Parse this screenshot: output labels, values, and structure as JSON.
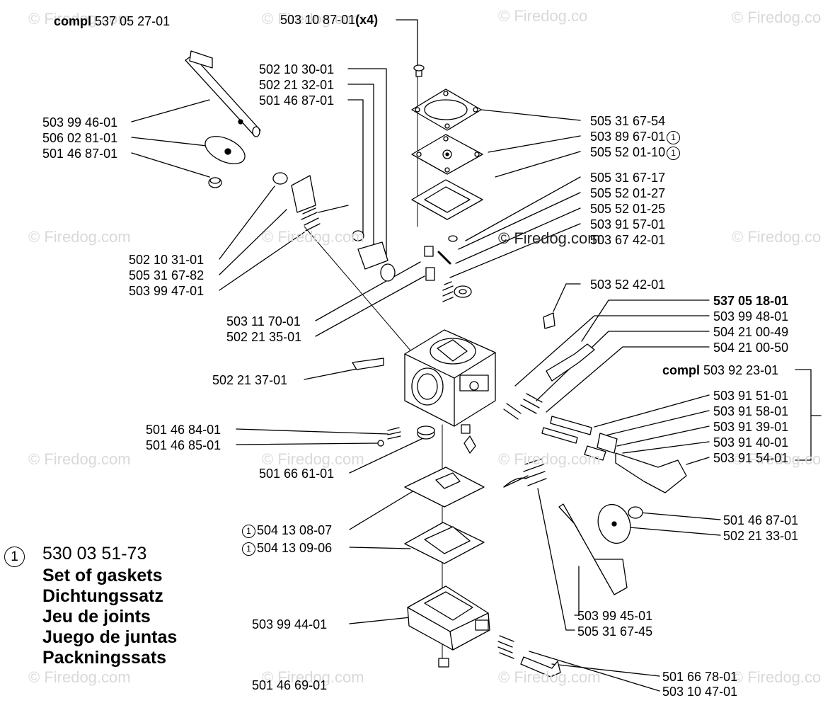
{
  "watermarks": [
    "© Firedog.com",
    "© Firedog.com",
    "© Firedog.co",
    "© Firedog.com",
    "© Firedog.com",
    "© Firedog.co",
    "© Firedog.com",
    "© Firedog.com",
    "© Firedog.com",
    "© Firedog.co",
    "© Firedog.com",
    "© Firedog.com",
    "© Firedog.com",
    "© Firedog.co",
    "© Firedog.com"
  ],
  "center_watermark": "© Firedog.com",
  "compl_top": {
    "prefix": "compl",
    "number": "537 05 27-01"
  },
  "compl_right": {
    "prefix": "compl",
    "number": "503 92 23-01"
  },
  "screw_label": {
    "number": "503 10 87-01",
    "suffix": "(x4)"
  },
  "parts": {
    "p_502_10_30": "502 10 30-01",
    "p_502_21_32": "502 21 32-01",
    "p_501_46_87_mid": "501 46 87-01",
    "p_503_99_46": "503 99 46-01",
    "p_506_02_81": "506 02 81-01",
    "p_501_46_87_left": "501 46 87-01",
    "p_502_10_31": "502 10 31-01",
    "p_505_31_67_82": "505 31 67-82",
    "p_503_99_47": "503 99 47-01",
    "p_503_11_70": "503 11 70-01",
    "p_502_21_35": "502 21 35-01",
    "p_502_21_37": "502 21 37-01",
    "p_501_46_84": "501 46 84-01",
    "p_501_46_85": "501 46 85-01",
    "p_501_66_61": "501 66 61-01",
    "p_504_13_08": "504 13 08-07",
    "p_504_13_09": "504 13 09-06",
    "p_503_99_44": "503 99 44-01",
    "p_501_46_69": "501 46 69-01",
    "p_505_31_67_54": "505 31 67-54",
    "p_503_89_67": "503 89 67-01",
    "p_505_52_01_10": "505 52 01-10",
    "p_505_31_67_17": "505 31 67-17",
    "p_505_52_01_27": "505 52 01-27",
    "p_505_52_01_25": "505 52 01-25",
    "p_503_91_57": "503 91 57-01",
    "p_503_67_42": "503 67 42-01",
    "p_503_52_42": "503 52 42-01",
    "p_537_05_18": "537 05 18-01",
    "p_503_99_48": "503 99 48-01",
    "p_504_21_00_49": "504 21 00-49",
    "p_504_21_00_50": "504 21 00-50",
    "p_503_91_51": "503 91 51-01",
    "p_503_91_58": "503 91 58-01",
    "p_503_91_39": "503 91 39-01",
    "p_503_91_40": "503 91 40-01",
    "p_503_91_54": "503 91 54-01",
    "p_501_46_87_right": "501 46 87-01",
    "p_502_21_33": "502 21 33-01",
    "p_503_99_45": "503 99 45-01",
    "p_505_31_67_45": "505 31 67-45",
    "p_501_66_78": "501 66 78-01",
    "p_503_10_47": "503 10 47-01"
  },
  "gasket_marker": "1",
  "legend": {
    "marker": "1",
    "kit_number": "530 03 51-73",
    "names": [
      "Set of gaskets",
      "Dichtungssatz",
      "Jeu de joints",
      "Juego de juntas",
      "Packningssats"
    ]
  }
}
